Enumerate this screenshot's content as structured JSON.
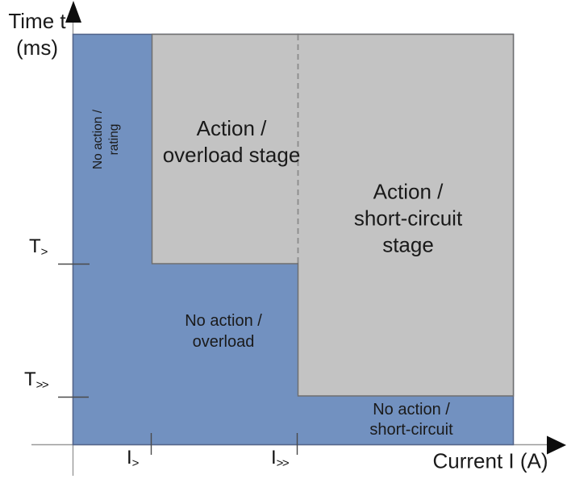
{
  "axes": {
    "y_label": "Time t\n(ms)",
    "x_label": "Current I (A)",
    "y_ticks": [
      {
        "base": "T",
        "sub": ">"
      },
      {
        "base": "T",
        "sub": ">>"
      }
    ],
    "x_ticks": [
      {
        "base": "I",
        "sub": ">"
      },
      {
        "base": "I",
        "sub": ">>"
      }
    ]
  },
  "regions": {
    "rating": "No action /\nrating",
    "overload_stage": "Action /\noverload stage",
    "short_circuit_stage": "Action /\nshort-circuit stage",
    "no_action_overload": "No action /\noverload",
    "no_action_short_circuit": "No action /\nshort-circuit"
  },
  "colors": {
    "region_no_action": "#7291c0",
    "region_action": "#c3c3c3",
    "no_action_border": "#53648a",
    "action_border": "#6f6f6f",
    "dash_line": "#8b8b8b",
    "axis_line": "#9a9a9a",
    "arrow": "#0d0d0d",
    "tick": "#4a4a4a"
  }
}
